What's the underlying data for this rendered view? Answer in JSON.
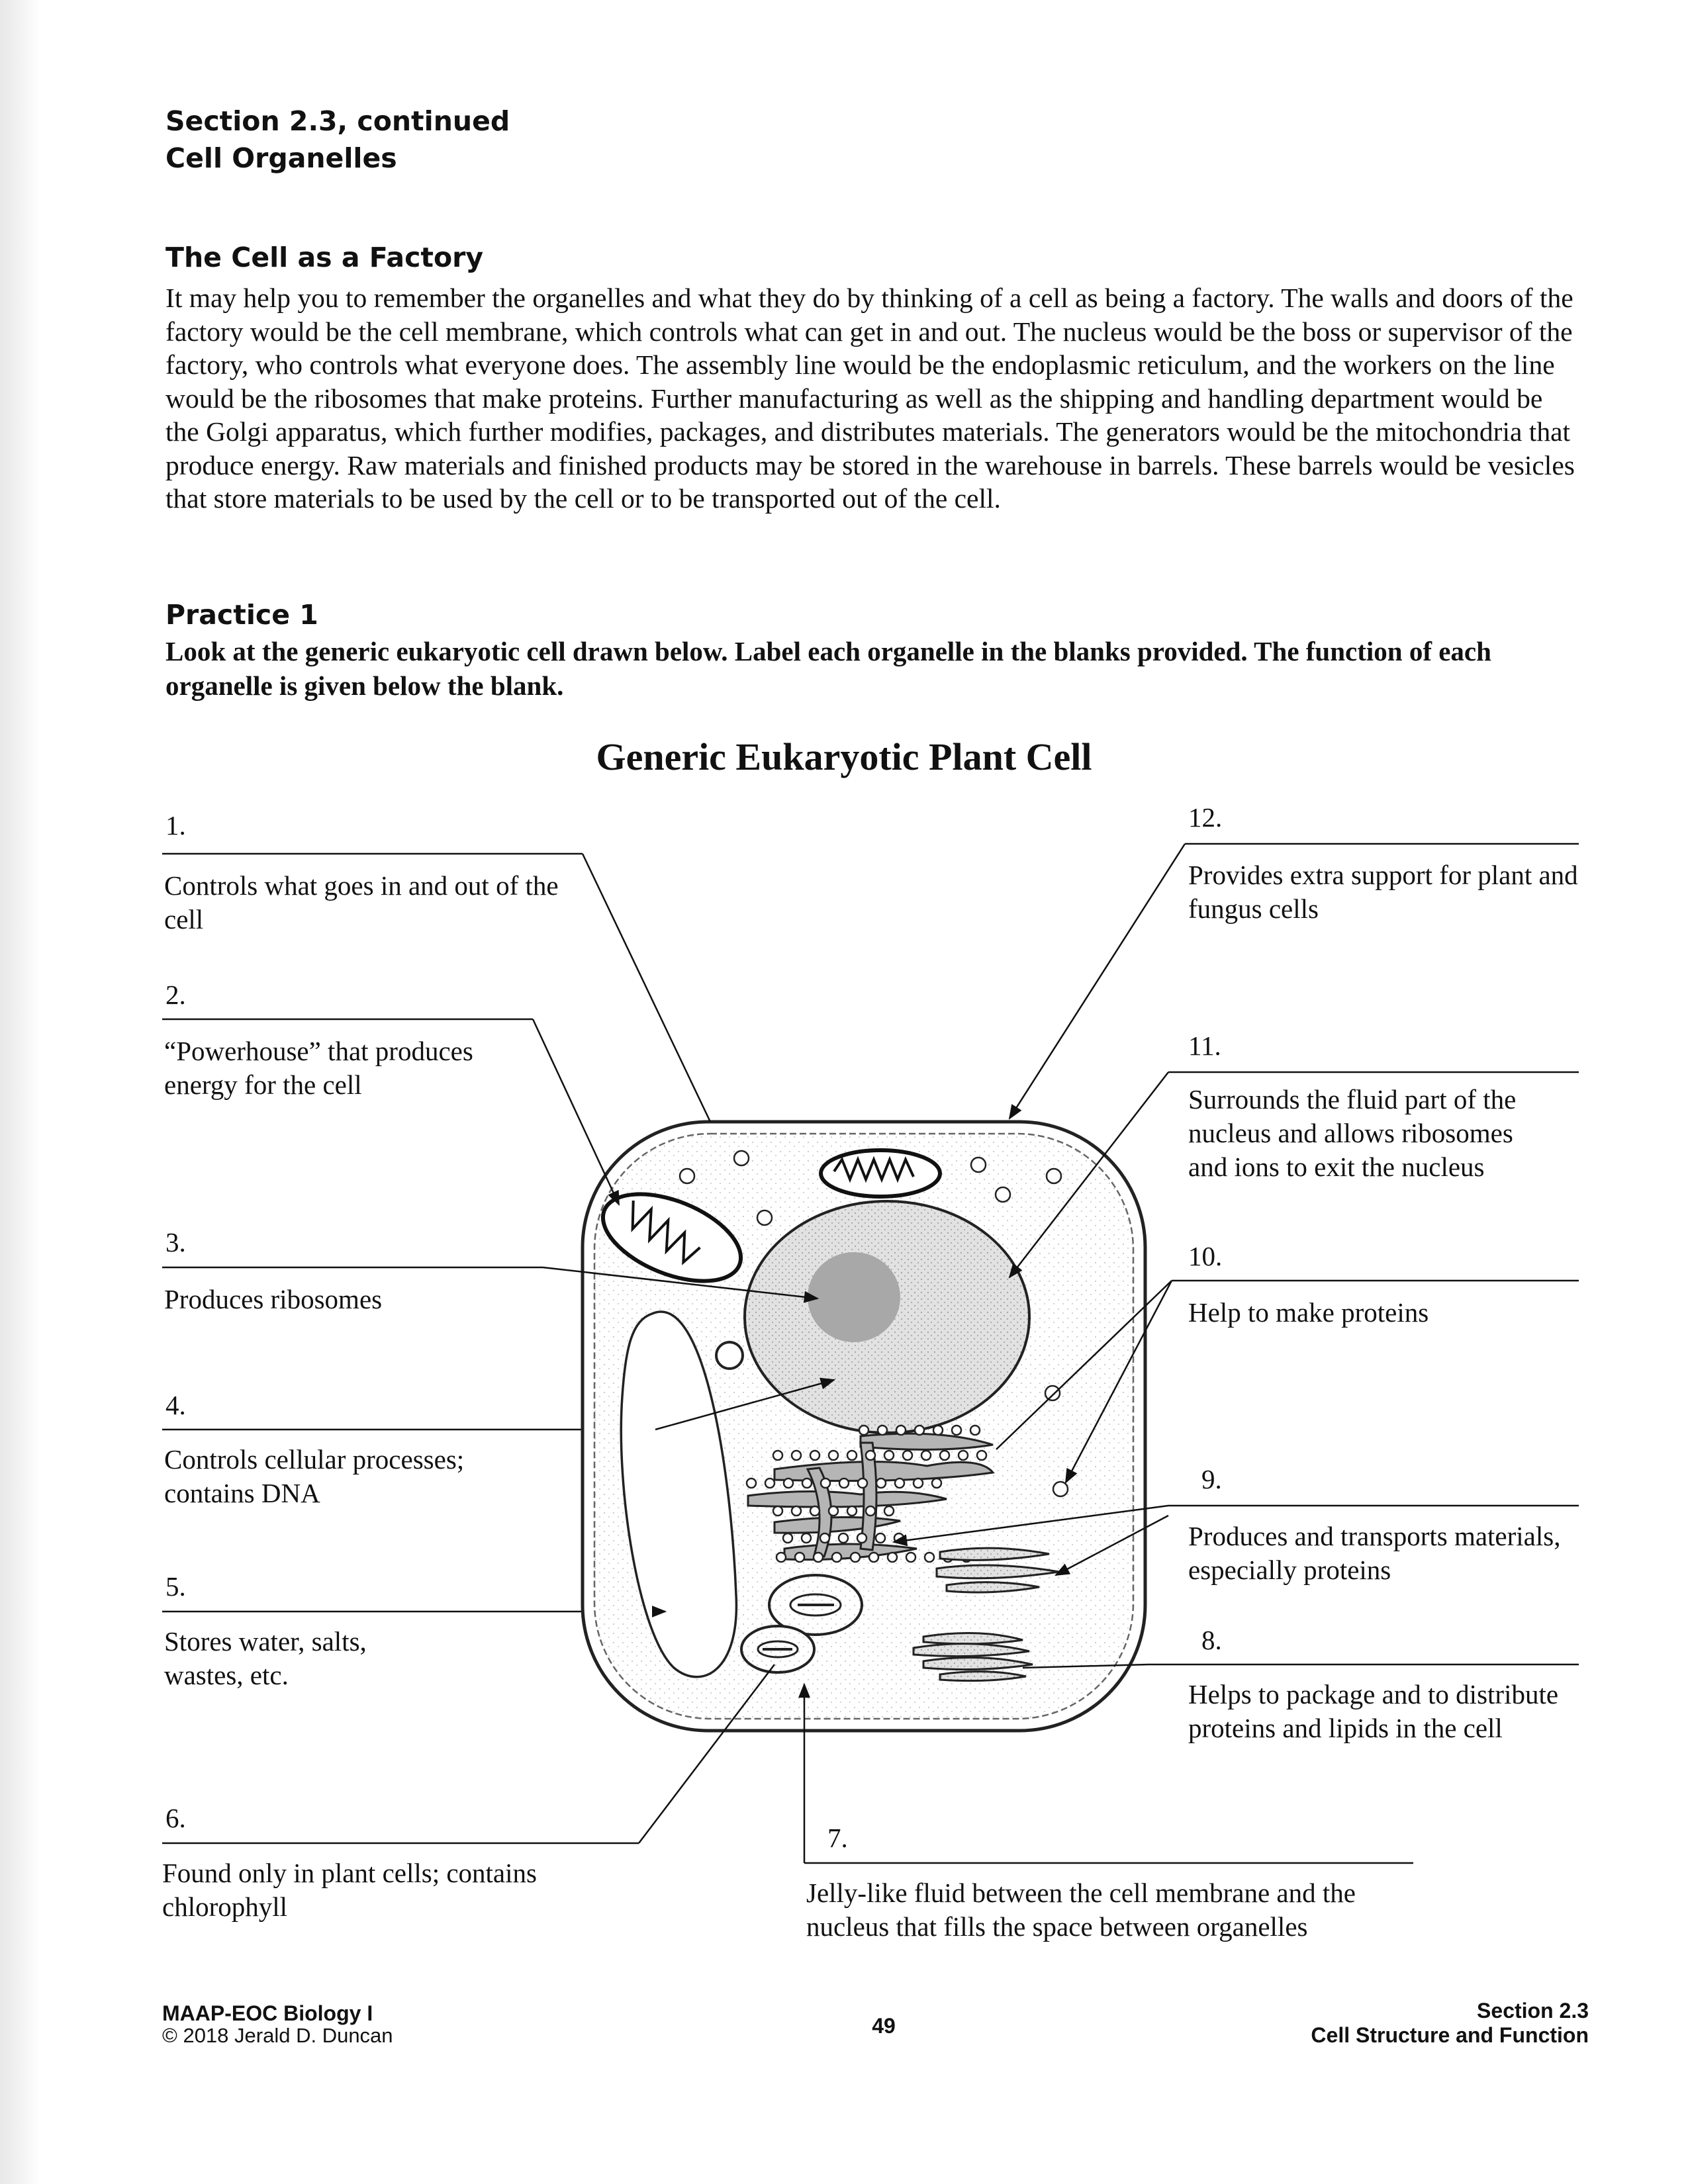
{
  "header": {
    "section": "Section 2.3, continued",
    "topic": "Cell Organelles"
  },
  "factory": {
    "heading": "The Cell as a Factory",
    "paragraph": "It may help you to remember the organelles and what they do by thinking of a cell as being a factory. The walls and doors of the factory would be the cell membrane, which controls what can get in and out. The nucleus would be the boss or supervisor of the factory, who controls what everyone does. The assembly line would be the endoplasmic reticulum, and the workers on the line would be the ribosomes that make proteins. Further manufacturing as well as the shipping and handling department would be the Golgi apparatus, which further modifies, packages, and distributes materials. The generators would be the mitochondria that produce energy. Raw materials and finished products may be stored in the warehouse in barrels. These barrels would be vesicles that store materials to be used by the cell or to be transported out of the cell."
  },
  "practice": {
    "heading": "Practice 1",
    "instructions": "Look at the generic eukaryotic cell drawn below. Label each organelle in the blanks provided. The function of each organelle is given below the blank."
  },
  "diagram": {
    "title": "Generic Eukaryotic Plant Cell",
    "items": [
      {
        "number": "1.",
        "function": "Controls what goes in and out of the cell"
      },
      {
        "number": "2.",
        "function": "“Powerhouse” that produces energy for the cell"
      },
      {
        "number": "3.",
        "function": "Produces ribosomes"
      },
      {
        "number": "4.",
        "function": "Controls cellular processes; contains DNA"
      },
      {
        "number": "5.",
        "function": "Stores water, salts, wastes, etc."
      },
      {
        "number": "6.",
        "function": "Found only in plant cells; contains chlorophyll"
      },
      {
        "number": "7.",
        "function": "Jelly-like fluid between the cell membrane and the nucleus that fills the space between organelles"
      },
      {
        "number": "8.",
        "function": "Helps to package and to distribute proteins and lipids in the cell"
      },
      {
        "number": "9.",
        "function": "Produces and transports materials, especially proteins"
      },
      {
        "number": "10.",
        "function": "Help to make proteins"
      },
      {
        "number": "11.",
        "function": "Surrounds the fluid part of the nucleus and allows ribosomes and ions to exit the nucleus"
      },
      {
        "number": "12.",
        "function": "Provides extra support for plant and fungus cells"
      }
    ]
  },
  "footer": {
    "book": "MAAP-EOC Biology I",
    "copyright": "© 2018 Jerald D. Duncan",
    "page": "49",
    "section": "Section 2.3",
    "section_title": "Cell Structure and Function"
  }
}
